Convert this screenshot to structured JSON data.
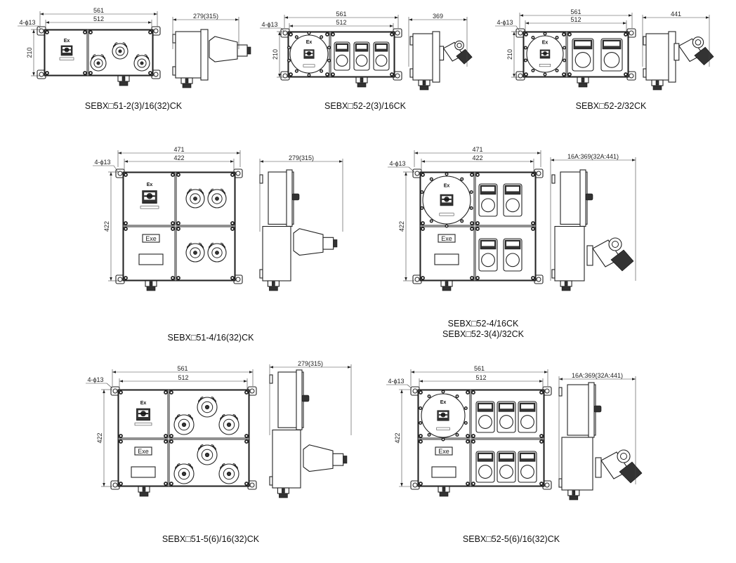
{
  "marks": {
    "ex": "Ex",
    "exe": "Exe",
    "hole": "4-ϕ13"
  },
  "drawings": [
    {
      "caption": [
        "SEBX□51-2(3)/16(32)CK"
      ],
      "outer": "561",
      "inner": "512",
      "height": "210",
      "side": "279(315)"
    },
    {
      "caption": [
        "SEBX□52-2(3)/16CK"
      ],
      "outer": "561",
      "inner": "512",
      "height": "210",
      "side": "369"
    },
    {
      "caption": [
        "SEBX□52-2/32CK"
      ],
      "outer": "561",
      "inner": "512",
      "height": "210",
      "side": "441"
    },
    {
      "caption": [
        "SEBX□51-4/16(32)CK"
      ],
      "outer": "471",
      "inner": "422",
      "height": "422",
      "side": "279(315)"
    },
    {
      "caption": [
        "SEBX□52-4/16CK",
        "SEBX□52-3(4)/32CK"
      ],
      "outer": "471",
      "inner": "422",
      "height": "422",
      "side": "16A:369(32A:441)"
    },
    {
      "caption": [
        "SEBX□51-5(6)/16(32)CK"
      ],
      "outer": "561",
      "inner": "512",
      "height": "422",
      "side": "279(315)"
    },
    {
      "caption": [
        "SEBX□52-5(6)/16(32)CK"
      ],
      "outer": "561",
      "inner": "512",
      "height": "422",
      "side": "16A:369(32A:441)"
    }
  ]
}
